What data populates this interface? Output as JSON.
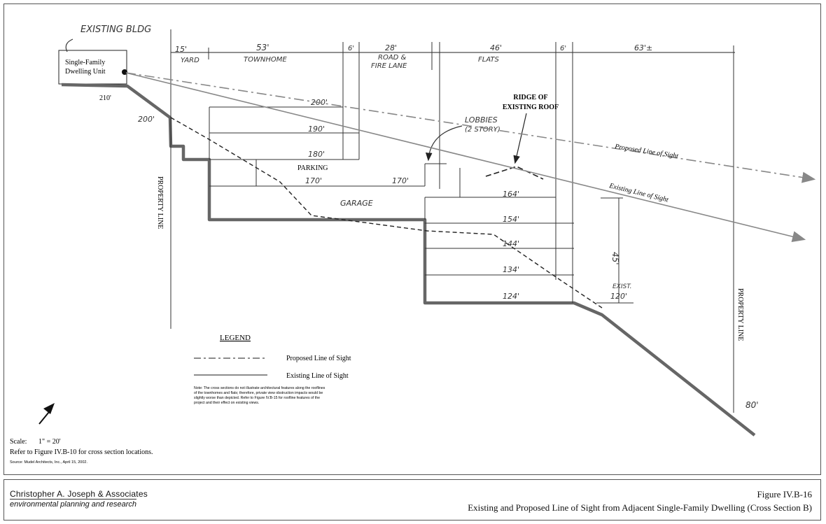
{
  "existing_building": {
    "handwritten_label": "EXISTING BLDG",
    "label_line1": "Single-Family",
    "label_line2": "Dwelling Unit",
    "elevation_210": "210'",
    "elevation_200": "200'"
  },
  "dimensions": {
    "yard_dim": "15'",
    "yard_label": "YARD",
    "townhome_dim": "53'",
    "townhome_label": "TOWNHOME",
    "gap1_dim": "6'",
    "road_dim": "28'",
    "road_label_line1": "ROAD &",
    "road_label_line2": "FIRE LANE",
    "flats_dim": "46'",
    "flats_label": "FLATS",
    "gap2_dim": "6'",
    "rear_dim": "63'±"
  },
  "townhome_levels": [
    "200'",
    "190'",
    "180'",
    "170'"
  ],
  "road_level": "170'",
  "parking_label": "PARKING",
  "garage_label": "GARAGE",
  "lobbies_line1": "LOBBIES",
  "lobbies_line2": "(2 STORY)",
  "ridge_line1": "RIDGE OF",
  "ridge_line2": "EXISTING ROOF",
  "flats_levels": [
    "164'",
    "154'",
    "144'",
    "134'",
    "124'"
  ],
  "height_dim": "45'",
  "existing_grade_line1": "EXIST.",
  "existing_grade_line2": "120'",
  "downslope_elevation": "80'",
  "proposed_line_label": "Proposed Line of Sight",
  "existing_line_label": "Existing Line of Sight",
  "property_line_label": "PROPERTY LINE",
  "legend": {
    "title": "LEGEND",
    "proposed": "Proposed Line of Sight",
    "existing": "Existing Line of Sight",
    "note_line1": "Note: The cross sections do not illustrate architectural features along the rooflines",
    "note_line2": "of the townhomes and flats; therefore, private view obstruction impacts would be",
    "note_line3": "slightly worse than depicted. Refer to Figure IV.B-15 for roofline features of the",
    "note_line4": "project and their effect on existing views."
  },
  "scale_label": "Scale:",
  "scale_value": "1\" = 20'",
  "refer_text": "Refer to Figure IV.B-10 for cross section locations.",
  "source_text": "Source: Mudel Architects, Inc., April 15, 2002.",
  "footer": {
    "company": "Christopher A. Joseph & Associates",
    "tagline": "environmental planning and research",
    "figure_number": "Figure IV.B-16",
    "figure_title": "Existing and Proposed Line of Sight from Adjacent Single-Family Dwelling (Cross Section B)"
  }
}
